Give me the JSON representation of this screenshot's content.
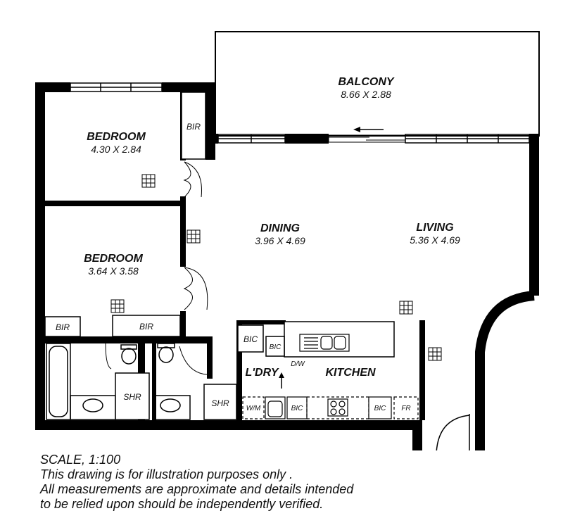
{
  "rooms": {
    "balcony": {
      "name": "BALCONY",
      "dims": "8.66 X 2.88"
    },
    "bedroom1": {
      "name": "BEDROOM",
      "dims": "4.30 X 2.84"
    },
    "bedroom2": {
      "name": "BEDROOM",
      "dims": "3.64 X 3.58"
    },
    "dining": {
      "name": "DINING",
      "dims": "3.96 X 4.69"
    },
    "living": {
      "name": "LIVING",
      "dims": "5.36 X 4.69"
    },
    "kitchen": {
      "name": "KITCHEN"
    },
    "laundry": {
      "name": "L'DRY"
    }
  },
  "fixtures": {
    "bir_top": "BIR",
    "bir_left": "BIR",
    "bir_mid": "BIR",
    "bic_k1": "BIC",
    "bic_k2": "BIC",
    "bic_k3": "BIC",
    "bic_k4": "BIC",
    "shr1": "SHR",
    "shr2": "SHR",
    "dw": "D/W",
    "wm": "W/M",
    "fr": "FR"
  },
  "notes": {
    "scale": "SCALE, 1:100",
    "line1": "This drawing is for illustration purposes only .",
    "line2": "All measurements are approximate and details intended",
    "line3": "to be relied upon should be independently verified."
  }
}
